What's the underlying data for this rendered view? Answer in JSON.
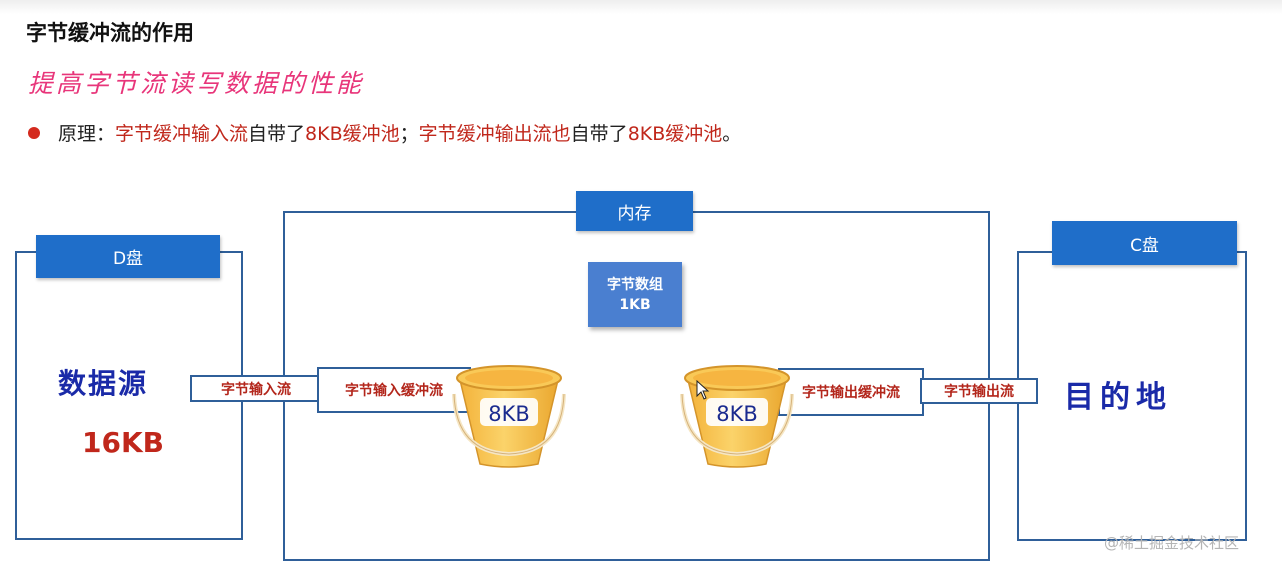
{
  "title": "字节缓冲流的作用",
  "subtitle": "提高字节流读写数据的性能",
  "principle": {
    "label": "原理：",
    "part1": "字节缓冲输入流",
    "part2": "自带了",
    "part3": "8KB缓冲池",
    "part4": "；",
    "part5": "字节缓冲输出流也",
    "part6": "自带了",
    "part7": "8KB缓冲池",
    "part8": "。"
  },
  "diagram": {
    "memory_header": "内存",
    "d_drive_header": "D盘",
    "c_drive_header": "C盘",
    "byte_array_line1": "字节数组",
    "byte_array_line2": "1KB",
    "source_label": "数据源",
    "source_size": "16KB",
    "dest_label": "目的地",
    "input_stream": "字节输入流",
    "input_buffer_stream": "字节输入缓冲流",
    "output_buffer_stream": "字节输出缓冲流",
    "output_stream": "字节输出流",
    "bucket_left_label": "8KB",
    "bucket_right_label": "8KB"
  },
  "colors": {
    "header_blue": "#1f6ec9",
    "frame_blue": "#2f5f99",
    "accent_red": "#c0271b",
    "subtitle_pink": "#e8357a",
    "handwriting_blue": "#1a2aa8",
    "bucket_yellow": "#f7c24a"
  },
  "watermark": "@稀土掘金技术社区"
}
